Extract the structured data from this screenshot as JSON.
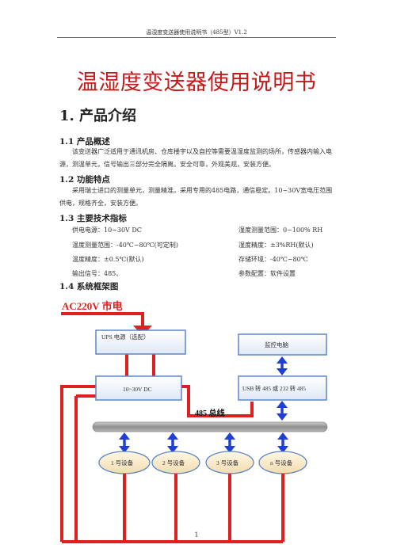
{
  "header": {
    "text": "温湿度变送器使用说明书（485型）V1.2"
  },
  "document": {
    "title": "温湿度变送器使用说明书"
  },
  "section1": {
    "heading": "1. 产品介绍"
  },
  "s11": {
    "heading": "1.1 产品概述",
    "para": "该变送器广泛适用于通讯机房、仓库楼宇以及自控等需要温湿度监测的场所，传感器内输入电源，测温单元，信号输出三部分完全隔离。安全可靠，外观美观，安装方便。"
  },
  "s12": {
    "heading": "1.2 功能特点",
    "para": "采用瑞士进口的测量单元，测量精准。采用专用的485电路，通信稳定。10~30V宽电压范围供电，规格齐全，安装方便。"
  },
  "s13": {
    "heading": "1.3 主要技术指标",
    "specs": [
      [
        "供电电源：10~30V DC",
        "湿度测量范围：0~100% RH"
      ],
      [
        "温度测量范围：-40℃~80℃(可定制)",
        "湿度精度：±3%RH(默认)"
      ],
      [
        "温度精度：±0.5℃(默认)",
        "存储环境：-40℃~80℃"
      ],
      [
        "输出信号：485、",
        "参数配置：软件设置"
      ]
    ]
  },
  "s14": {
    "heading": "1.4 系统框架图"
  },
  "diagram": {
    "mains_label": "AC220V 市电",
    "ups_label": "UPS 电源（选配）",
    "psu_label": "10~30V DC",
    "pc_label": "监控电脑",
    "usb_label": "USB 转 485 或 232 转 485",
    "bus_label": "485 总线",
    "devices": [
      "1 号设备",
      "2 号设备",
      "3 号设备",
      "n 号设备"
    ],
    "colors": {
      "red": "#e02020",
      "blue": "#1f3fd6",
      "box": "#5b86c8",
      "bus": "#9a9a9a",
      "device": "#f2b84b"
    }
  },
  "footer": {
    "page_number": "1"
  }
}
